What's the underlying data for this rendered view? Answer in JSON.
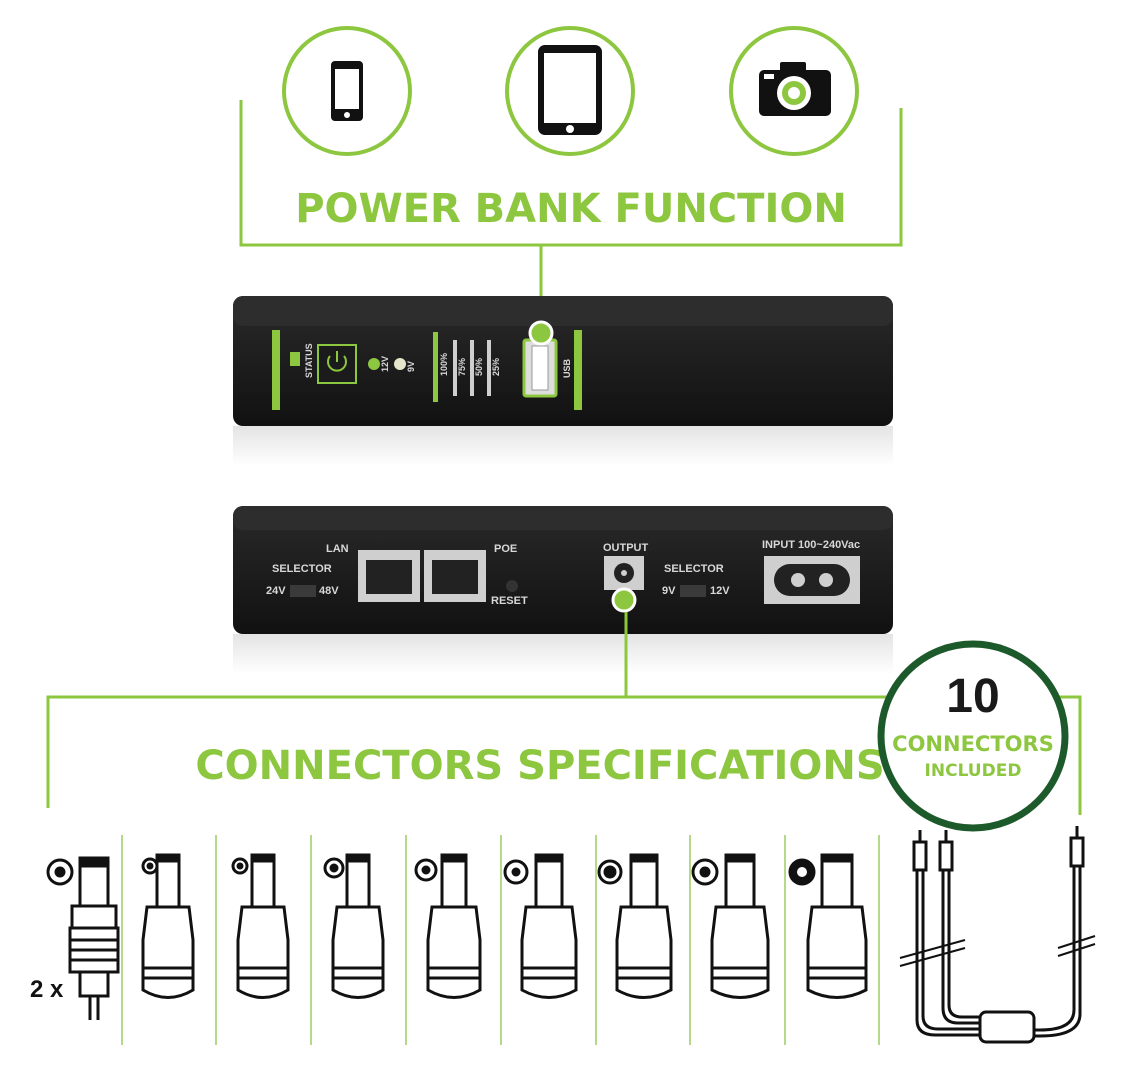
{
  "headings": {
    "power_bank": "POWER BANK FUNCTION",
    "connectors": "CONNECTORS SPECIFICATIONS"
  },
  "front_panel": {
    "status": "STATUS",
    "v12": "12V",
    "v9": "9V",
    "levels": [
      "100%",
      "75%",
      "50%",
      "25%"
    ],
    "usb": "USB"
  },
  "rear_panel": {
    "lan": "LAN",
    "poe": "POE",
    "selector_left": "SELECTOR",
    "opt_24v": "24V",
    "opt_48v": "48V",
    "reset": "RESET",
    "output": "OUTPUT",
    "selector_right": "SELECTOR",
    "opt_9v": "9V",
    "opt_12v": "12V",
    "input": "INPUT 100~240Vac"
  },
  "badge": {
    "count": "10",
    "line1": "CONNECTORS",
    "line2": "INCLUDED"
  },
  "connectors": {
    "quantity_label": "2 x"
  },
  "icons": [
    "smartphone-icon",
    "tablet-icon",
    "camera-icon"
  ],
  "colors": {
    "accent_green": "#8dc63f",
    "badge_ring": "#1d5a2b",
    "device_body": "#1b1b1b"
  }
}
